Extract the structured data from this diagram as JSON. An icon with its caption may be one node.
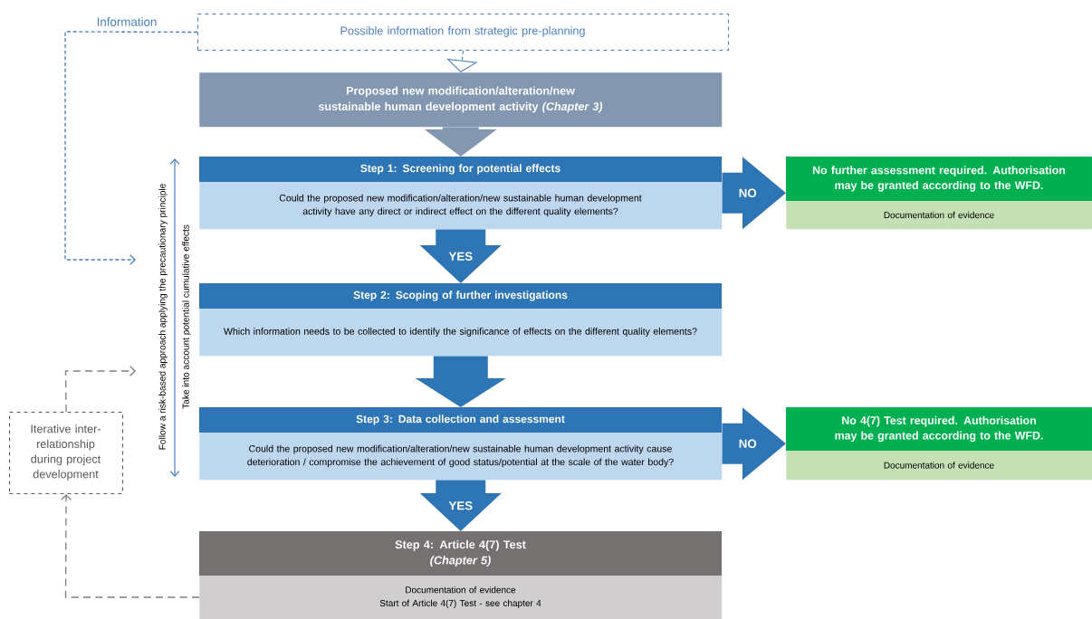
{
  "diagram": {
    "nodes": [
      {
        "text": [
          "Possible information from strategic pre-planning"
        ]
      },
      {
        "text": [
          "Proposed new modification/alteration/new sustainable human development activity *(Chapter 3)*"
        ]
      },
      {
        "text": [
          "Step 1: Screening for potential effects",
          "Could the proposed new modification/alteration/new sustainable human development activity have any direct or indirect effect on the different quality elements?"
        ]
      },
      {
        "text": [
          "Step 2: Scoping of further investigations",
          "Which information needs to be collected to identify the significance of effects on the different quality elements?"
        ]
      },
      {
        "text": [
          "Step 3: Data collection and assessment",
          "Could the proposed new modification/alteration/new sustainable human development activity cause deterioration / compromise the achievement of good status/potential at the scale of the water body?"
        ]
      },
      {
        "text": [
          "Step 4: Article 4(7) Test",
          "(Chapter 5)",
          "Documentation of evidence",
          "Start of Article 4(7) Test - see chapter 4"
        ]
      },
      {
        "text": [
          "No further assessment required. Authorisation may be granted according to the WFD.",
          "Documentation of evidence"
        ]
      },
      {
        "text": [
          "No 4(7) Test required. Authorisation may be granted according to the WFD.",
          "Documentation of evidence"
        ]
      },
      {
        "text": [
          "Iterative inter-relationship during project development"
        ]
      }
    ],
    "edges": [
      {
        "from": 0,
        "to": 1,
        "arrow": "to",
        "style": "dashed",
        "color": "#4a7ebb"
      },
      {
        "from": 1,
        "to": 2,
        "arrow": "to",
        "color": "#8497b0"
      },
      {
        "from": 2,
        "to": 6,
        "arrow": "to",
        "label": "NO"
      },
      {
        "from": 2,
        "to": 3,
        "arrow": "to",
        "label": "YES"
      },
      {
        "from": 3,
        "to": 4,
        "arrow": "to"
      },
      {
        "from": 4,
        "to": 7,
        "arrow": "to",
        "label": "NO"
      },
      {
        "from": 4,
        "to": 5,
        "arrow": "to",
        "label": "YES"
      },
      {
        "from": 0,
        "to": null,
        "arrow": "to",
        "style": "dashed",
        "color": "#4a7ebb",
        "label": "Information"
      },
      {
        "from": 8,
        "to": null,
        "arrow": "to",
        "style": "dashed",
        "color": "#7f7f7f"
      },
      {
        "from": 5,
        "to": 8,
        "arrow": "to",
        "style": "dashed",
        "color": "#7f7f7f"
      }
    ],
    "labels": [
      "Follow a risk-based approach applying the precautionary principle",
      "Take into account potential cumulative effects"
    ]
  }
}
